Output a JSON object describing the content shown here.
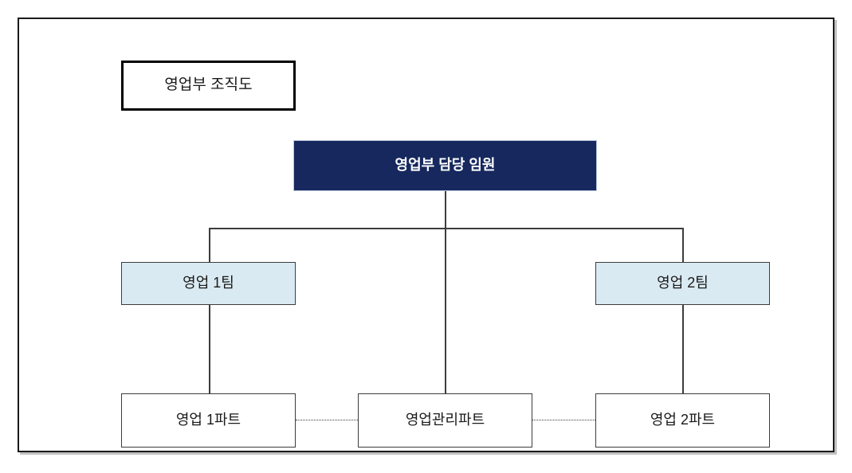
{
  "chart_data": {
    "type": "diagram",
    "title": "영업부 조직도",
    "nodes": [
      {
        "id": "exec",
        "label": "영업부 담당 임원",
        "level": 0,
        "fill": "#16285e",
        "text_color": "#ffffff",
        "bold": true
      },
      {
        "id": "team1",
        "label": "영업 1팀",
        "level": 1,
        "fill": "#daeaf2",
        "text_color": "#1a1a1a",
        "bold": false
      },
      {
        "id": "team2",
        "label": "영업 2팀",
        "level": 1,
        "fill": "#daeaf2",
        "text_color": "#1a1a1a",
        "bold": false
      },
      {
        "id": "part1",
        "label": "영업 1파트",
        "level": 2,
        "fill": "#ffffff",
        "text_color": "#1a1a1a",
        "bold": false
      },
      {
        "id": "partmgmt",
        "label": "영업관리파트",
        "level": 2,
        "fill": "#ffffff",
        "text_color": "#1a1a1a",
        "bold": false
      },
      {
        "id": "part2",
        "label": "영업 2파트",
        "level": 2,
        "fill": "#ffffff",
        "text_color": "#1a1a1a",
        "bold": false
      }
    ],
    "edges": [
      {
        "from": "exec",
        "to": "team1",
        "style": "solid"
      },
      {
        "from": "exec",
        "to": "team2",
        "style": "solid"
      },
      {
        "from": "exec",
        "to": "partmgmt",
        "style": "solid"
      },
      {
        "from": "team1",
        "to": "part1",
        "style": "solid"
      },
      {
        "from": "team2",
        "to": "part2",
        "style": "solid"
      },
      {
        "from": "part1",
        "to": "partmgmt",
        "style": "dotted"
      },
      {
        "from": "partmgmt",
        "to": "part2",
        "style": "dotted"
      }
    ]
  },
  "title_box": {
    "label": "영업부 조직도"
  },
  "executive": {
    "label": "영업부 담당 임원"
  },
  "teams": [
    {
      "label": "영업 1팀"
    },
    {
      "label": "영업 2팀"
    }
  ],
  "parts": [
    {
      "label": "영업 1파트"
    },
    {
      "label": "영업관리파트"
    },
    {
      "label": "영업 2파트"
    }
  ],
  "colors": {
    "executive_fill": "#16285e",
    "team_fill": "#daeaf2",
    "part_fill": "#ffffff",
    "line": "#3c3c3c",
    "frame": "#1a1a1a",
    "executive_text": "#ffffff",
    "body_text": "#1a1a1a"
  }
}
